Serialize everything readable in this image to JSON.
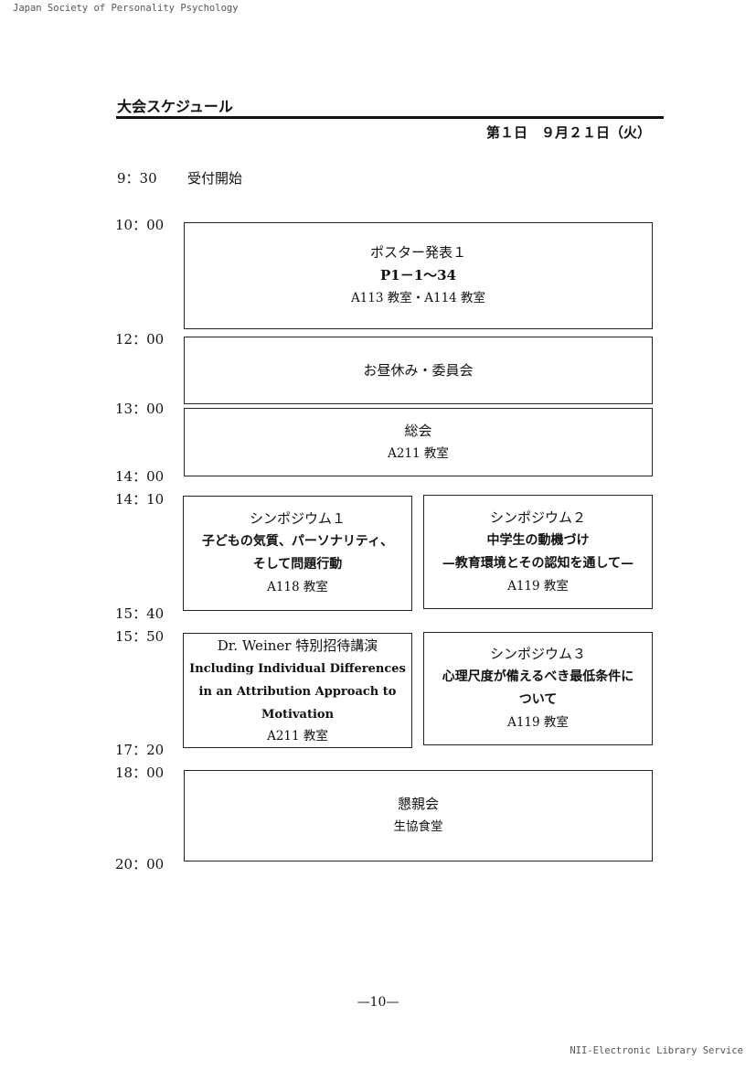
{
  "header": {
    "society": "Japan Society of Personality Psychology",
    "footer": "NII-Electronic Library Service"
  },
  "page": {
    "title": "大会スケジュール",
    "day": "第１日　９月２１日（火）",
    "page_number": "—10—"
  },
  "times": [
    "9：30",
    "10：00",
    "12：00",
    "13：00",
    "14：00",
    "14：10",
    "15：40",
    "15：50",
    "17：20",
    "18：00",
    "20：00"
  ],
  "reception": "受付開始",
  "sessions": {
    "poster": {
      "title": "ポスター発表１",
      "code": "P1－1～34",
      "room": "A113 教室・A114 教室"
    },
    "lunch": {
      "title": "お昼休み・委員会"
    },
    "general": {
      "title": "総会",
      "room": "A211 教室"
    },
    "sym1": {
      "title": "シンポジウム１",
      "line1": "子どもの気質、パーソナリティ、",
      "line2": "そして問題行動",
      "room": "A118 教室"
    },
    "sym2": {
      "title": "シンポジウム２",
      "line1": "中学生の動機づけ",
      "line2": "—教育環境とその認知を通して—",
      "room": "A119 教室"
    },
    "lecture": {
      "title": "Dr. Weiner 特別招待講演",
      "line1": "Including Individual Differences",
      "line2": "in an Attribution Approach to",
      "line3": "Motivation",
      "room": "A211 教室"
    },
    "sym3": {
      "title": "シンポジウム３",
      "line1": "心理尺度が備えるべき最低条件に",
      "line2": "ついて",
      "room": "A119 教室"
    },
    "party": {
      "title": "懇親会",
      "room": "生協食堂"
    }
  }
}
